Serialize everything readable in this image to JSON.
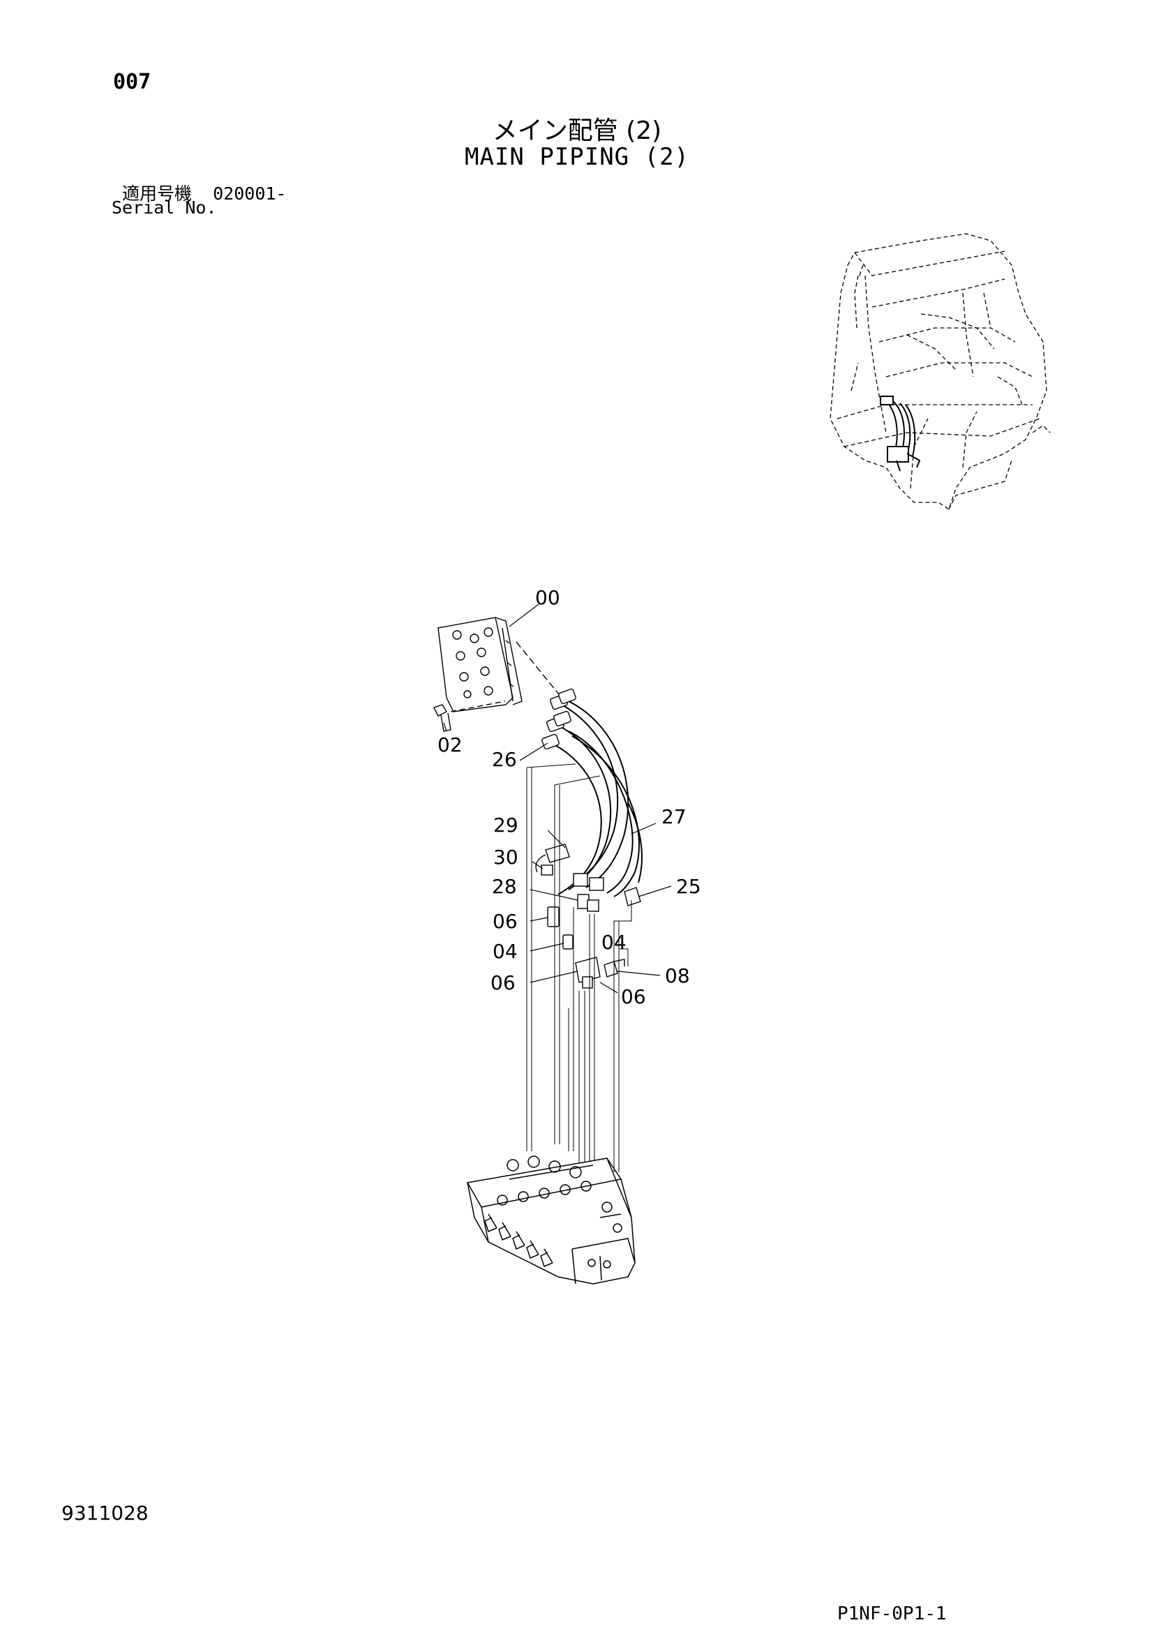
{
  "page_number": "007",
  "title_ja": "メイン配管 (2)",
  "title_en": "MAIN PIPING (2)",
  "serial_label_ja": "適用号機",
  "serial_value": "020001-",
  "serial_label_en": "Serial No.",
  "figure_number": "9311028",
  "drawing_code": "P1NF-0P1-1",
  "callouts": {
    "c00": "00",
    "c02": "02",
    "c26": "26",
    "c27": "27",
    "c29": "29",
    "c30": "30",
    "c28": "28",
    "c25": "25",
    "c06a": "06",
    "c04a": "04",
    "c04b": "04",
    "c06b": "06",
    "c08": "08",
    "c06c": "06"
  }
}
